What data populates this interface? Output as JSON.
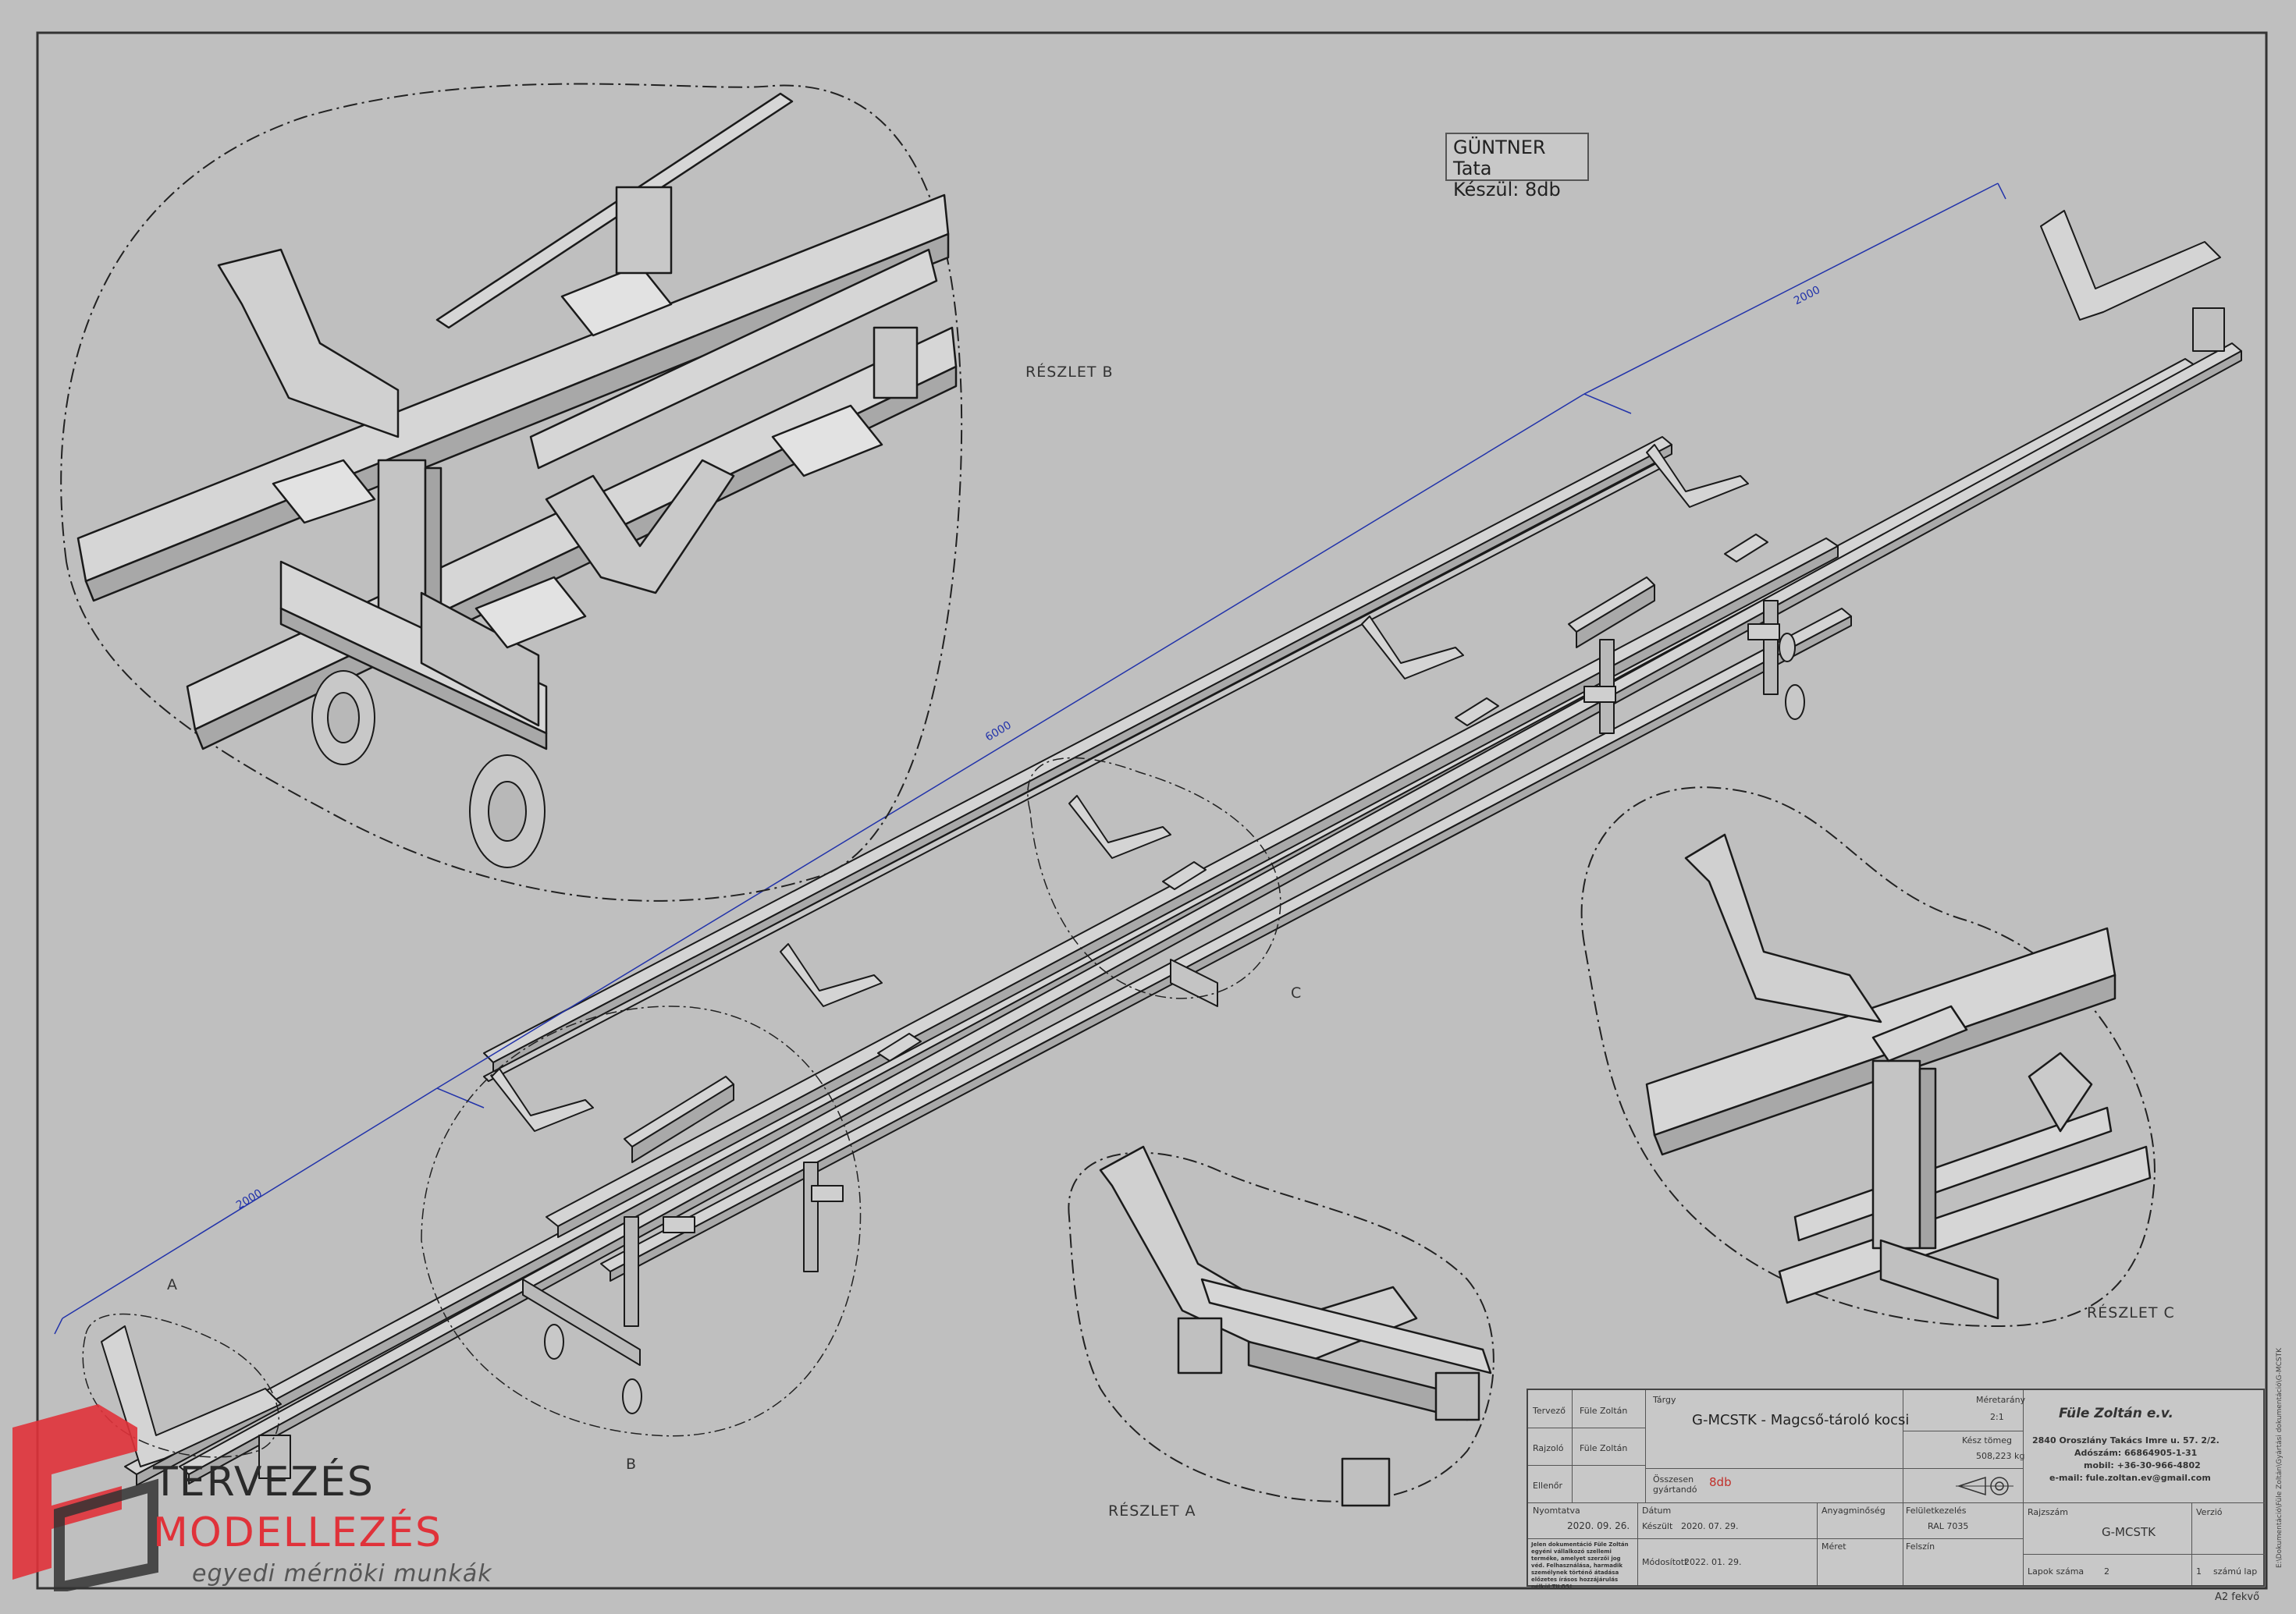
{
  "note": {
    "line1": "GÜNTNER Tata",
    "line2": "Készül: 8db"
  },
  "details": {
    "b": "RÉSZLET B",
    "c": "RÉSZLET C",
    "a": "RÉSZLET A"
  },
  "refs": {
    "a": "A",
    "b": "B",
    "c": "C"
  },
  "dimensions": {
    "d1": "2000",
    "d2": "6000",
    "d3": "2000"
  },
  "titleblock": {
    "tervezo_label": "Tervező",
    "tervezo_value": "Füle Zoltán",
    "rajzolo_label": "Rajzoló",
    "rajzolo_value": "Füle Zoltán",
    "ellenor_label": "Ellenőr",
    "targy_label": "Tárgy",
    "targy_value": "G-MCSTK - Magcső-tároló kocsi",
    "osszesen_label": "Összesen gyártandó",
    "osszesen_value": "8db",
    "meretarany_label": "Méretarány",
    "meretarany_value": "2:1",
    "kesz_tomeg_label": "Kész tömeg",
    "kesz_tomeg_value": "508,223 kg",
    "company": "Füle Zoltán e.v.",
    "address": "2840 Oroszlány Takács Imre u. 57. 2/2.",
    "adoszam": "Adószám: 66864905-1-31",
    "mobil": "mobil: +36-30-966-4802",
    "email": "e-mail: fule.zoltan.ev@gmail.com",
    "nyomtatva_label": "Nyomtatva",
    "nyomtatva_value": "2020. 09. 26.",
    "datum_label": "Dátum",
    "keszult_label": "Készült",
    "keszult_value": "2020. 07. 29.",
    "modositott_label": "Módosított",
    "modositott_value": "2022. 01. 29.",
    "anyagminoseg_label": "Anyagminőség",
    "meret_label": "Méret",
    "feluletkezeles_label": "Felületkezelés",
    "feluletkezeles_value": "RAL 7035",
    "felszin_label": "Felszín",
    "rajzszam_label": "Rajzszám",
    "rajzszam_value": "G-MCSTK",
    "verzio_label": "Verzió",
    "lapok_label": "Lapok száma",
    "lapok_value": "2",
    "lap_value": "1",
    "lap_label": "számú lap",
    "notice": "Jelen dokumentáció Füle Zoltán egyéni vállalkozó szellemi terméke, amelyet szerzői jog véd. Felhasználása, harmadik személynek történő átadása előzetes írásos hozzájárulás nélkül TILOS!"
  },
  "sheet_format": "A2 fekvő",
  "logo": {
    "line1": "TERVEZÉS",
    "line2": "MODELLEZÉS",
    "line3": "egyedi mérnöki munkák"
  },
  "colors": {
    "background": "#bfbfbf",
    "line": "#1a1a1a",
    "tube_face": "#d6d6d6",
    "tube_side": "#a8a8a8",
    "dimension": "#2233aa",
    "logo_red": "#e0323a"
  }
}
